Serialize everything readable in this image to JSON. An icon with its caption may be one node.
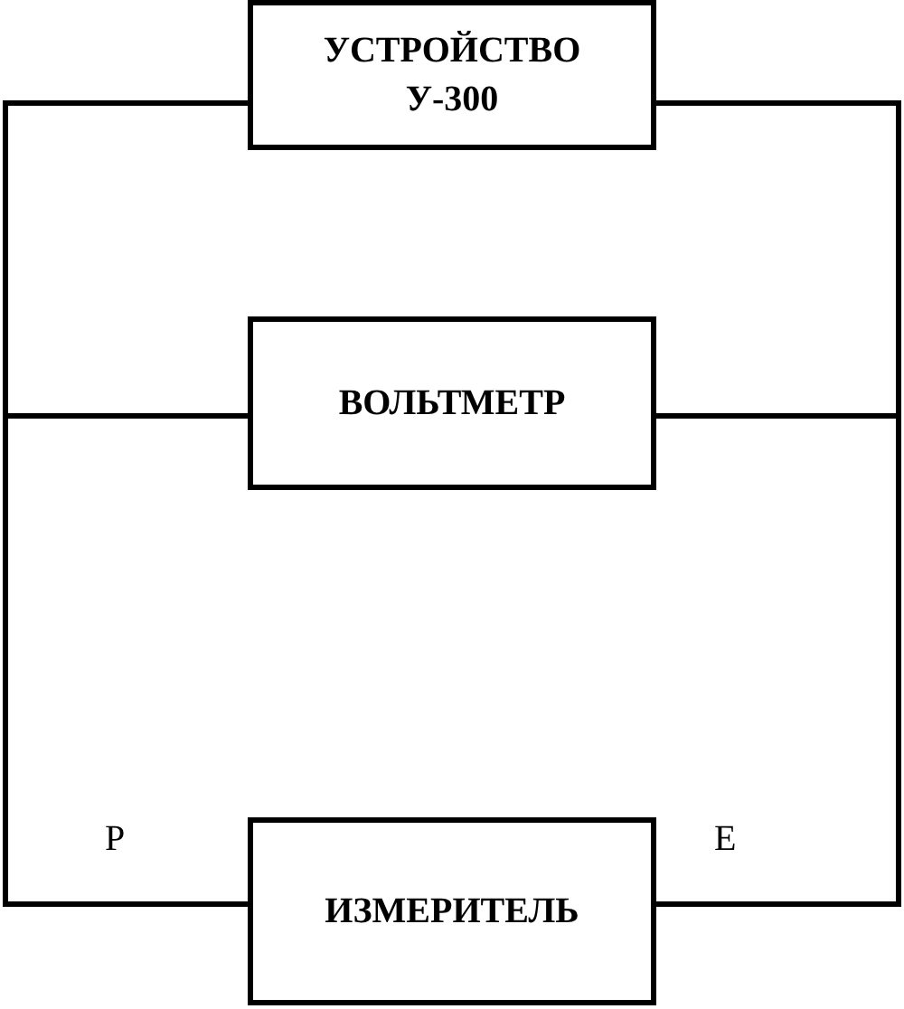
{
  "diagram": {
    "nodes": [
      {
        "text": [
          "УСТРОЙСТВО У-300"
        ]
      },
      {
        "text": [
          "ВОЛЬТМЕТР"
        ]
      },
      {
        "text": [
          "ИЗМЕРИТЕЛЬ"
        ]
      }
    ],
    "edges": [
      {
        "from": 0,
        "to": 1,
        "arrow": "none"
      },
      {
        "from": 1,
        "to": 2,
        "arrow": "none"
      },
      {
        "from": 0,
        "to": 1,
        "arrow": "none"
      },
      {
        "from": 1,
        "to": 2,
        "arrow": "none"
      }
    ],
    "labels": [
      "P",
      "E"
    ]
  }
}
